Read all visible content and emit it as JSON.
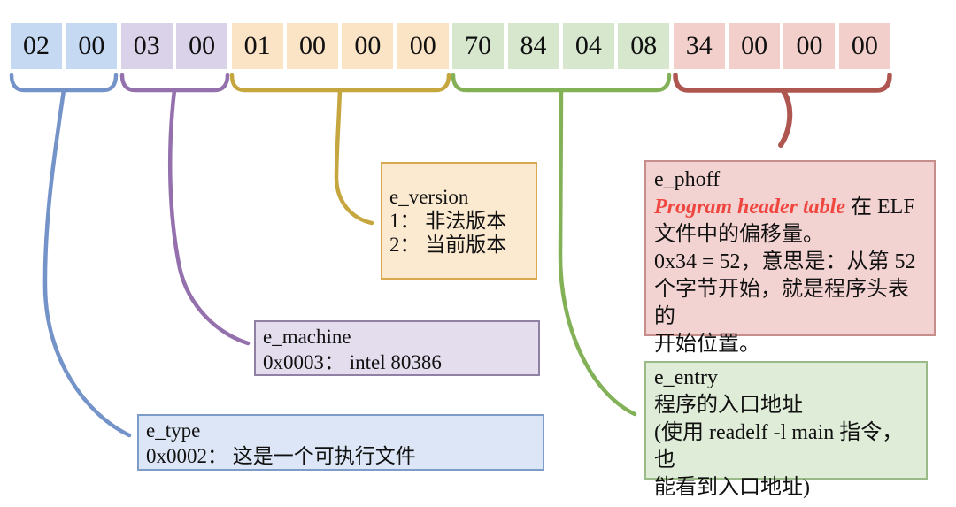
{
  "bytes": {
    "cells": [
      "02",
      "00",
      "03",
      "00",
      "01",
      "00",
      "00",
      "00",
      "70",
      "84",
      "04",
      "08",
      "34",
      "00",
      "00",
      "00"
    ]
  },
  "boxes": {
    "e_type": {
      "title": "e_type",
      "line2": "0x0002： 这是一个可执行文件"
    },
    "e_machine": {
      "title": "e_machine",
      "line2": "0x0003： intel 80386"
    },
    "e_version": {
      "title": "e_version",
      "line2": "1： 非法版本",
      "line3": "2： 当前版本"
    },
    "e_phoff": {
      "title": "e_phoff",
      "line2_em": "Program header table",
      "line2_rest": " 在 ELF",
      "line3": "文件中的偏移量。",
      "line4": "0x34 = 52，意思是：从第 52",
      "line5": "个字节开始，就是程序头表的",
      "line6": "开始位置。"
    },
    "e_entry": {
      "title": "e_entry",
      "line2": "程序的入口地址",
      "line3": "(使用 readelf -l main 指令，也",
      "line4": "能看到入口地址)"
    }
  },
  "palette": {
    "cell-blue": "#c6d9f2",
    "cell-purple": "#d9d2e8",
    "cell-orange": "#fbe4c6",
    "cell-green": "#d7e7ce",
    "cell-pink": "#f2cfcb",
    "stroke-blue": "#7493c8",
    "stroke-purple": "#9471ad",
    "stroke-yellow": "#c5a63f",
    "stroke-green": "#82b158",
    "stroke-red": "#ae564f",
    "box-blue-fill": "#dce6f6",
    "box-blue-border": "#7e9cc8",
    "box-purple-fill": "#e4ddee",
    "box-purple-border": "#8f80a4",
    "box-orange-fill": "#fcead0",
    "box-orange-border": "#d8a94f",
    "box-pink-fill": "#f3d3d1",
    "box-pink-border": "#c58e8b",
    "box-green-fill": "#dfecd8",
    "box-green-border": "#9aba88",
    "highlight-red": "#ef4640"
  }
}
